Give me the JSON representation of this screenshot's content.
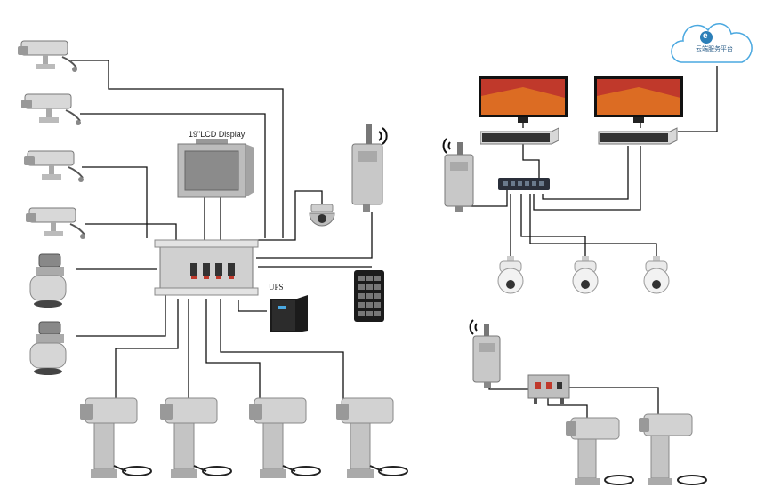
{
  "labels": {
    "lcd_display": "19\"LCD Display",
    "ups": "UPS",
    "cloud_title": "云端服务平台",
    "cloud_logo": "e"
  },
  "colors": {
    "wire": "#111111",
    "steel": "#c9c9c9",
    "steel_dark": "#8f8f8f",
    "monitor_red": "#c0392b",
    "monitor_orange": "#e67e22",
    "cloud_blue": "#4aa8e0",
    "black_unit": "#1b1b1b"
  }
}
